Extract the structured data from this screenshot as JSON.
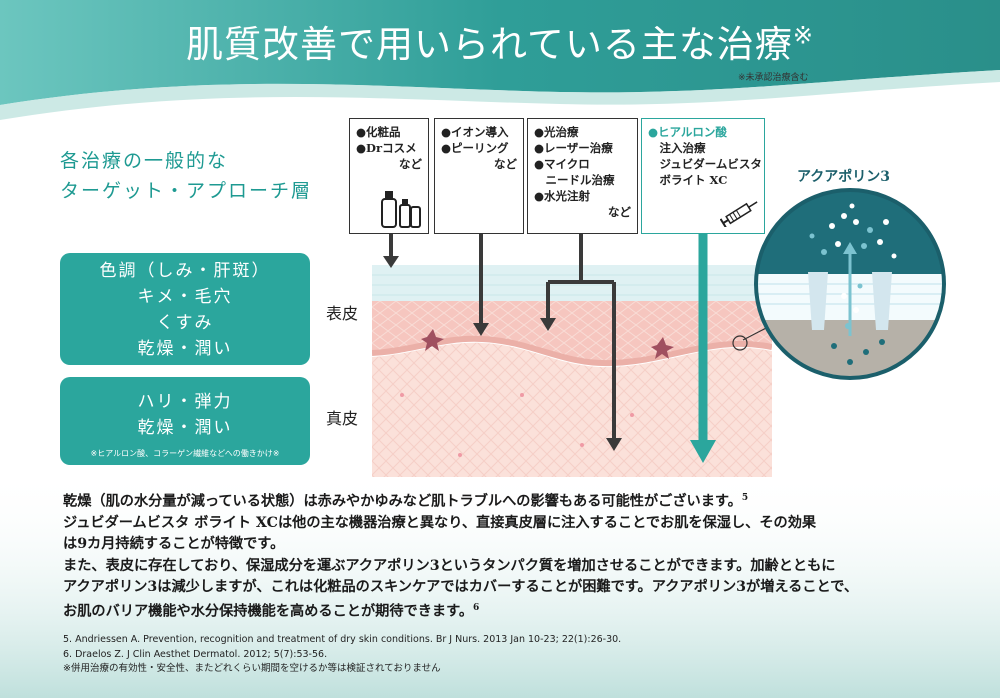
{
  "header": {
    "title": "肌質改善で用いられている主な治療",
    "title_mark": "※",
    "note": "※未承認治療含む"
  },
  "section_heading": {
    "line1": "各治療の一般的な",
    "line2": "ターゲット・アプローチ層"
  },
  "concerns": {
    "epidermis_box": [
      "色調（しみ・肝斑）",
      "キメ・毛穴",
      "くすみ",
      "乾燥・潤い"
    ],
    "dermis_box": [
      "ハリ・弾力",
      "乾燥・潤い"
    ],
    "dermis_note": "※ヒアルロン酸、コラーゲン繊維などへの働きかけ※"
  },
  "layers": {
    "epidermis": "表皮",
    "dermis": "真皮"
  },
  "treatments": [
    {
      "items": [
        "●化粧品",
        "●Drコスメ"
      ],
      "suffix": "など",
      "icon": "cosmetics-bottles-icon"
    },
    {
      "items": [
        "●イオン導入",
        "●ピーリング"
      ],
      "suffix": "など"
    },
    {
      "items": [
        "●光治療",
        "●レーザー治療",
        "●マイクロ",
        "　ニードル治療",
        "●水光注射"
      ],
      "suffix": "など"
    },
    {
      "items": [
        "●ヒアルロン酸",
        "　注入治療",
        "　ジュビダームビスタ",
        "　ボライト XC"
      ],
      "icon": "syringe-icon"
    }
  ],
  "aquaporin_label": "アクアポリン3",
  "body": {
    "p1": "乾燥（肌の水分量が減っている状態）は赤みやかゆみなど肌トラブルへの影響もある可能性がございます。",
    "p1_ref": "5",
    "p2a": "ジュビダームビスタ ボライト XCは他の主な機器治療と異なり、直接真皮層に注入することでお肌を保湿し、その効果",
    "p2b": "は9カ月持続することが特徴です。",
    "p3a": "また、表皮に存在しており、保湿成分を運ぶアクアポリン3というタンパク質を増加させることができます。加齢とともに",
    "p3b": "アクアポリン3は減少しますが、これは化粧品のスキンケアではカバーすることが困難です。アクアポリン3が増えることで、",
    "p3c": "お肌のバリア機能や水分保持機能を高めることが期待できます。",
    "p3_ref": "6"
  },
  "references": [
    "5. Andriessen A. Prevention, recognition and treatment of dry skin conditions. Br J Nurs. 2013 Jan 10-23; 22(1):26-30.",
    "6. Draelos Z. J Clin Aesthet Dermatol. 2012; 5(7):53-56.",
    "※併用治療の有効性・安全性、またどれくらい期間を空けるか等は検証されておりません"
  ],
  "colors": {
    "teal": "#2ba69d",
    "header_teal": "#3aa6a0",
    "skin_pink": "#f5c1bb",
    "arrow_dark": "#3a3a3a"
  }
}
